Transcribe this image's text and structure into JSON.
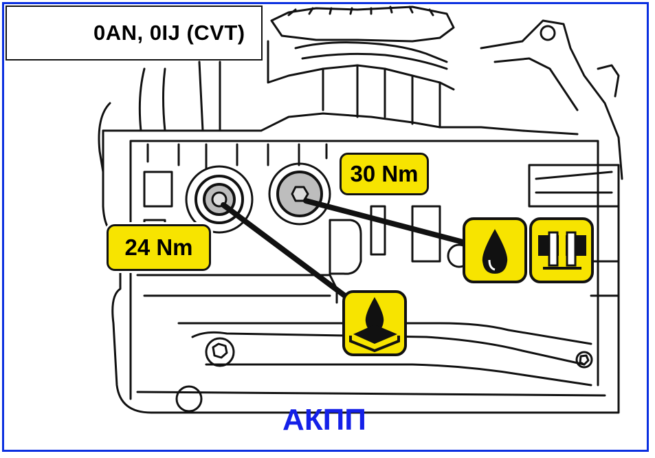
{
  "header": {
    "code": "0AN, 0IJ (CVT)",
    "icon": "gearbox-icon"
  },
  "torque_labels": {
    "drain_plug": "24 Nm",
    "check_plug": "30 Nm"
  },
  "icons": {
    "fluid_level": "oil-drop-icon",
    "gasket_seal": "seal-ring-icon",
    "drain_fluid": "oil-drain-tray-icon"
  },
  "caption": "АКПП",
  "colors": {
    "frame": "#0a2fe0",
    "label_fill": "#f7e400",
    "caption": "#1420e8"
  }
}
